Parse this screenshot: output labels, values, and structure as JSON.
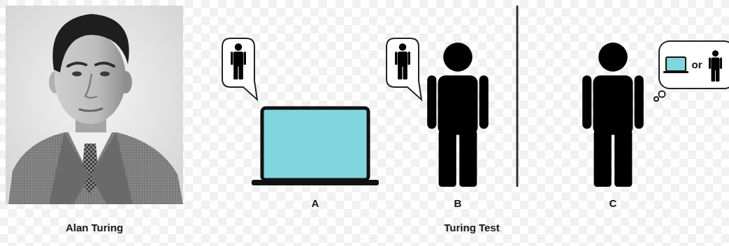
{
  "diagram": {
    "nodes": [
      {
        "text": [
          "or"
        ]
      }
    ],
    "labels": [
      "Alan Turing",
      "A",
      "B",
      "C",
      "Turing Test"
    ]
  }
}
